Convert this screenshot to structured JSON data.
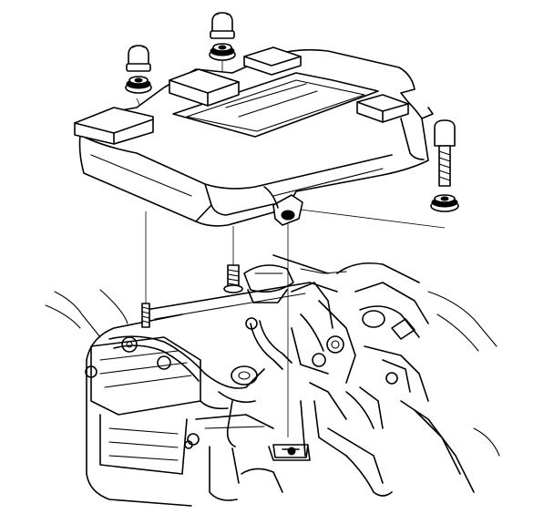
{
  "figure": {
    "kind": "engine-cover-exploded-line-drawing",
    "line_color": "#000000",
    "background_color": "#ffffff"
  },
  "parts": [
    {
      "part": "engine-cover"
    },
    {
      "part": "cap-nut",
      "count": 3
    },
    {
      "part": "washer-grommet",
      "count": 4
    },
    {
      "part": "mounting-bolt"
    },
    {
      "part": "stud-bolt",
      "count": 2
    },
    {
      "part": "cylinder-head-assembly"
    }
  ]
}
